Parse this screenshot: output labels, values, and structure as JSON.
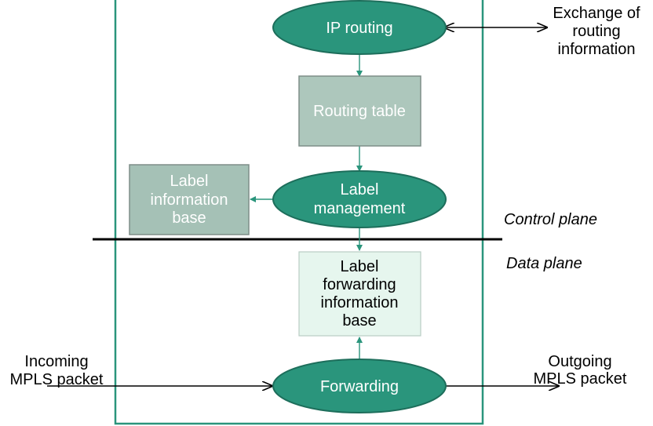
{
  "colors": {
    "ellipse_fill": "#2a957c",
    "ellipse_stroke": "#1d6e5b",
    "frame": "#2a957c",
    "routing_table_fill": "#adc7bc",
    "lib_fill": "#a5c1b6",
    "lfib_fill": "#e6f6ee",
    "box_stroke": "#7e8e88",
    "connector": "#2a957c",
    "black": "#000000"
  },
  "nodes": {
    "ip_routing": "IP routing",
    "routing_table": "Routing table",
    "label_management": [
      "Label",
      "management"
    ],
    "label_information_base": [
      "Label",
      "information",
      "base"
    ],
    "label_forwarding_information_base": [
      "Label",
      "forwarding",
      "information",
      "base"
    ],
    "forwarding": "Forwarding"
  },
  "annotations": {
    "exchange_routing_info": [
      "Exchange of",
      "routing",
      "information"
    ],
    "control_plane": "Control plane",
    "data_plane": "Data plane",
    "incoming_packet": [
      "Incoming",
      "MPLS packet"
    ],
    "outgoing_packet": [
      "Outgoing",
      "MPLS packet"
    ]
  }
}
